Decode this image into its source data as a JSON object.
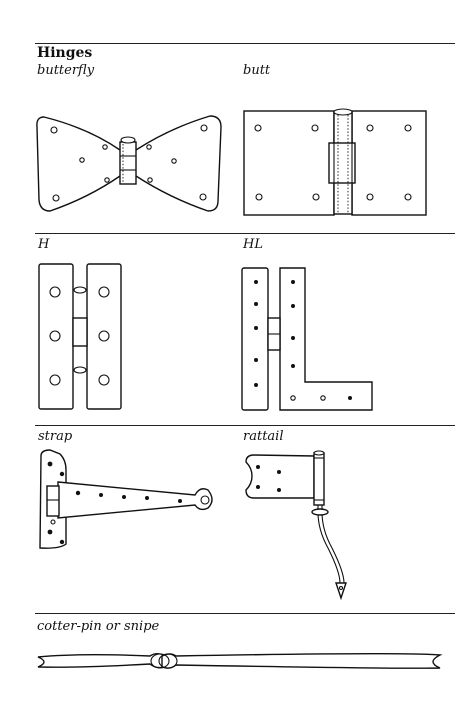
{
  "heading": "Hinges",
  "sections": {
    "butterfly": "butterfly",
    "butt": "butt",
    "h": "H",
    "hl": "HL",
    "strap": "strap",
    "rattail": "rattail",
    "cotter": "cotter-pin or snipe"
  }
}
